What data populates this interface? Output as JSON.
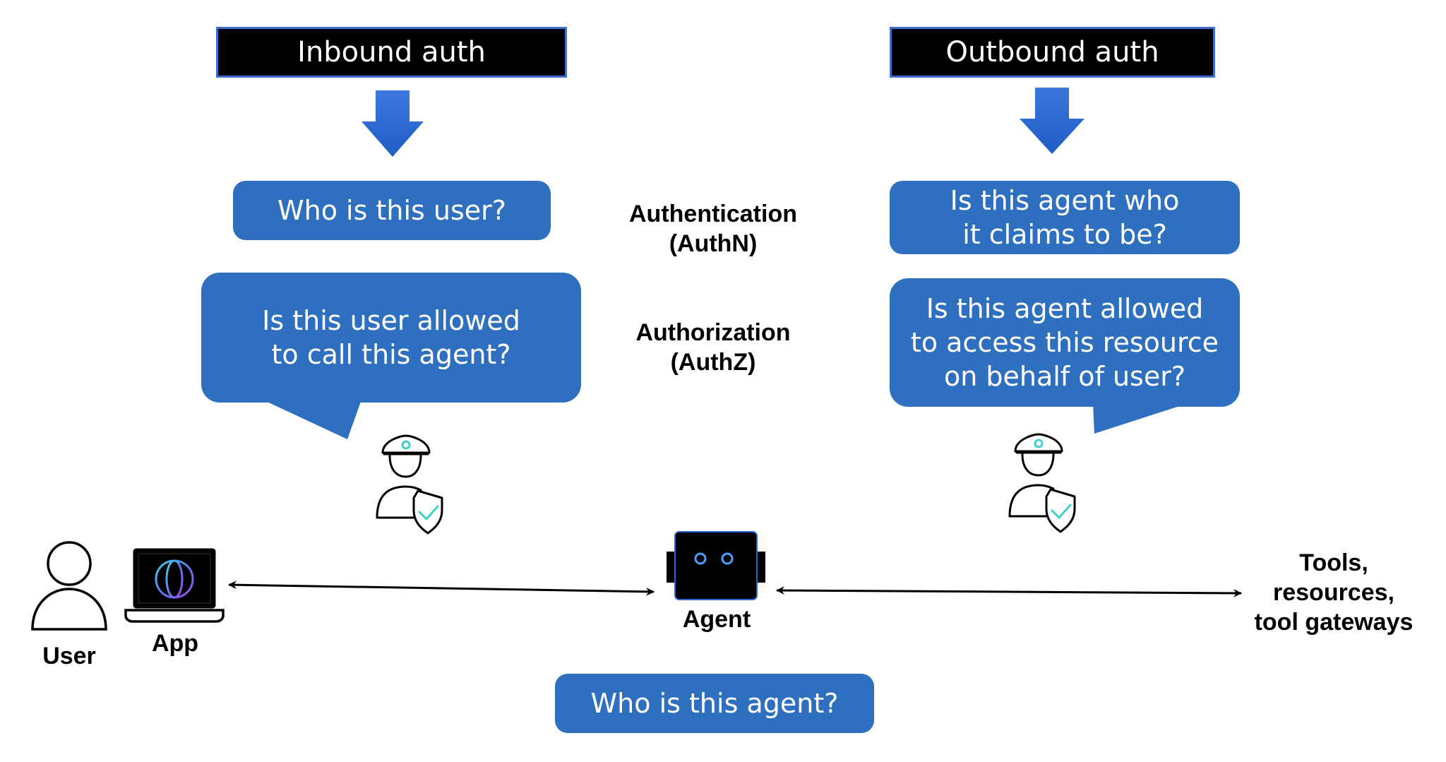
{
  "headers": {
    "inbound": "Inbound auth",
    "outbound": "Outbound auth"
  },
  "inbound": {
    "authn_question": "Who is this user?",
    "authz_question": [
      "Is this user allowed",
      "to call this agent?"
    ]
  },
  "outbound": {
    "authn_question": [
      "Is this agent who",
      "it claims to be?"
    ],
    "authz_question": [
      "Is this agent allowed",
      "to access this resource",
      "on behalf of user?"
    ]
  },
  "center": {
    "authentication": [
      "Authentication",
      "(AuthN)"
    ],
    "authorization": [
      "Authorization",
      "(AuthZ)"
    ],
    "agent_question": "Who is this agent?"
  },
  "nodes": {
    "user": "User",
    "app": "App",
    "agent": "Agent",
    "tools": [
      "Tools,",
      "resources,",
      "tool gateways"
    ]
  },
  "icons": [
    "arrow-down-icon",
    "police-officer-icon",
    "user-icon",
    "laptop-icon",
    "globe-icon",
    "robot-icon",
    "shield-check-icon"
  ],
  "colors": {
    "bubble": "#2f6fbf",
    "arrow": "#2a66cf",
    "header_bg": "#000000"
  }
}
